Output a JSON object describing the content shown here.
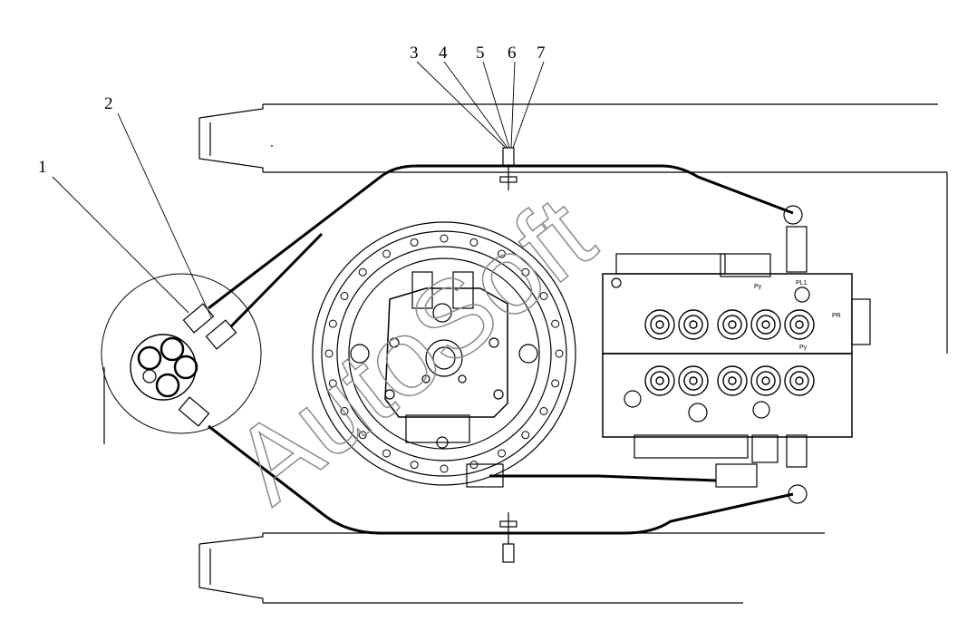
{
  "callouts": [
    {
      "id": "c1",
      "label": "1"
    },
    {
      "id": "c2",
      "label": "2"
    },
    {
      "id": "c3",
      "label": "3"
    },
    {
      "id": "c4",
      "label": "4"
    },
    {
      "id": "c5",
      "label": "5"
    },
    {
      "id": "c6",
      "label": "6"
    },
    {
      "id": "c7",
      "label": "7"
    }
  ],
  "watermark": {
    "text": "AutoSoft"
  },
  "port_labels": {
    "pl1": "PL1",
    "py1": "Py",
    "py2": "Py",
    "pr": "PR"
  }
}
